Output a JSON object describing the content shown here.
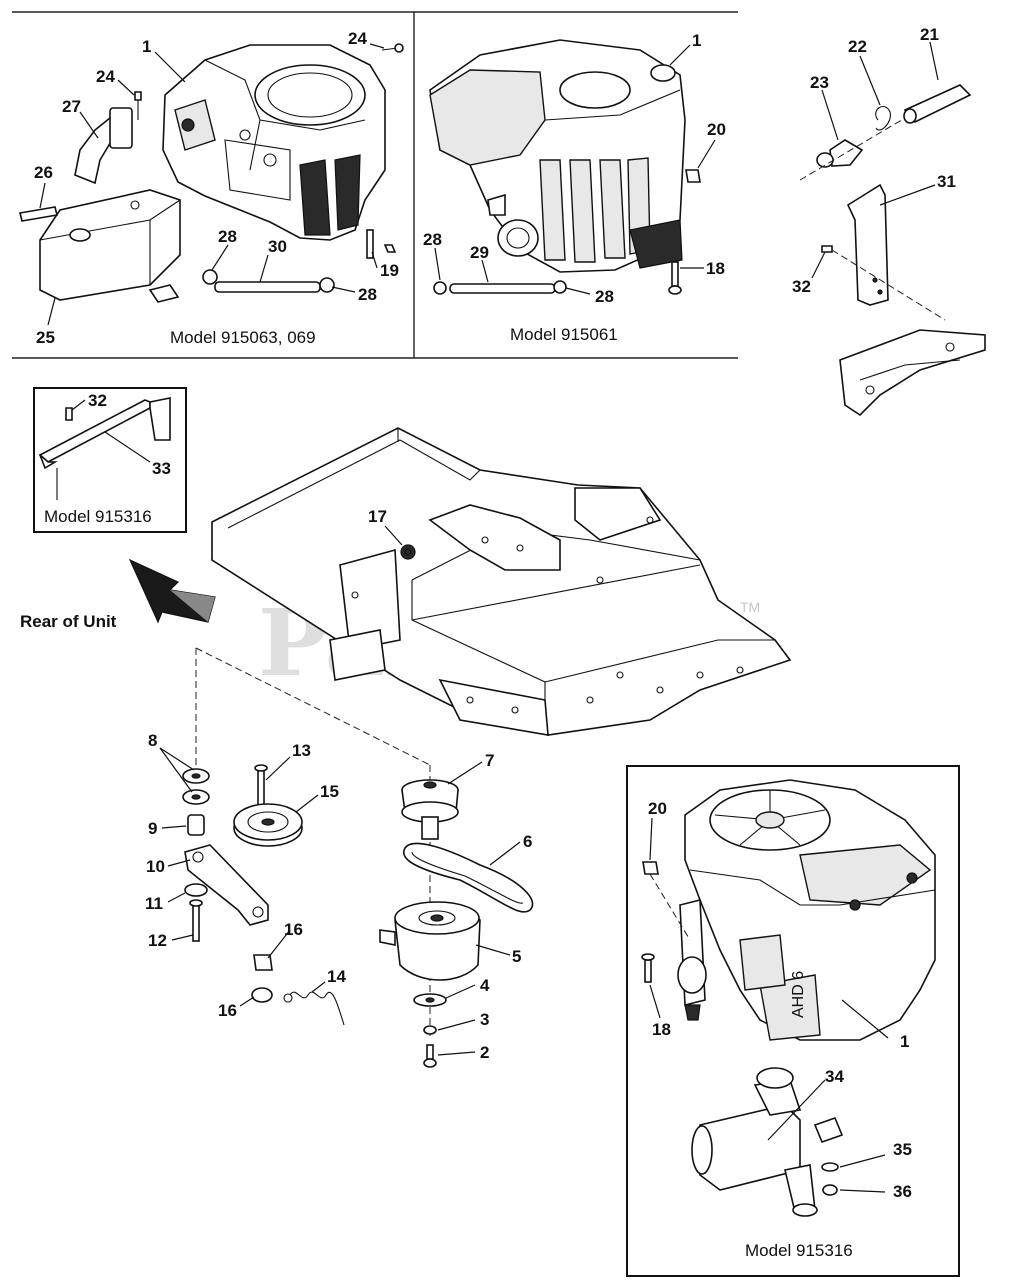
{
  "diagram": {
    "watermark": "PartsTree",
    "watermark_tm": "TM",
    "rear_label": "Rear of Unit",
    "captions": {
      "model_a": "Model 915063, 069",
      "model_b": "Model 915061",
      "model_c": "Model 915316",
      "model_d": "Model 915316"
    },
    "callouts": {
      "c1a": "1",
      "c24a": "24",
      "c24b": "24",
      "c27": "27",
      "c26": "26",
      "c25": "25",
      "c28a": "28",
      "c30": "30",
      "c28b": "28",
      "c19": "19",
      "c1b": "1",
      "c20a": "20",
      "c28c": "28",
      "c29": "29",
      "c28d": "28",
      "c18a": "18",
      "c21": "21",
      "c22": "22",
      "c23": "23",
      "c31": "31",
      "c32a": "32",
      "c32b": "32",
      "c33": "33",
      "c17": "17",
      "c8": "8",
      "c9": "9",
      "c10": "10",
      "c11": "11",
      "c12": "12",
      "c13": "13",
      "c15": "15",
      "c16a": "16",
      "c16b": "16",
      "c14": "14",
      "c7": "7",
      "c6": "6",
      "c5": "5",
      "c4": "4",
      "c3": "3",
      "c2": "2",
      "c20b": "20",
      "c18b": "18",
      "c1c": "1",
      "c34": "34",
      "c35": "35",
      "c36": "36"
    }
  }
}
